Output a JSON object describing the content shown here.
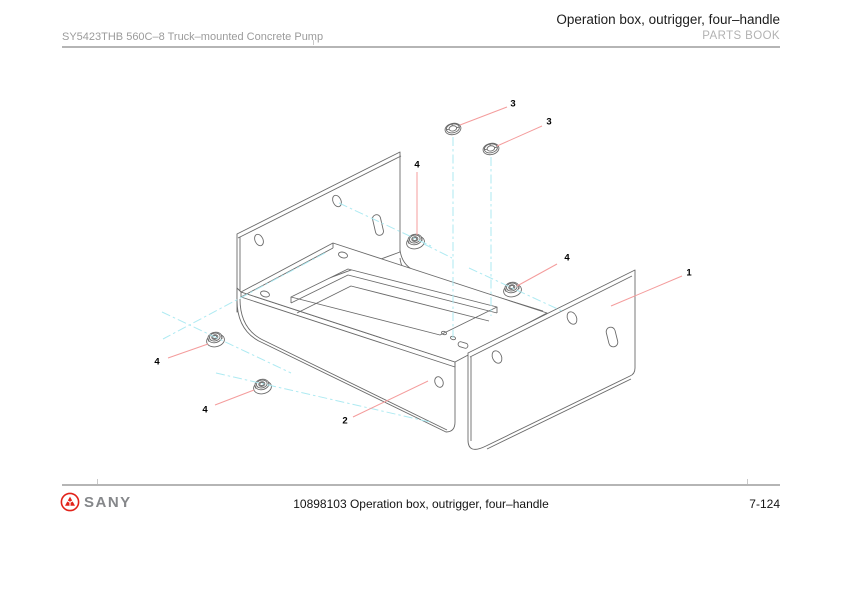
{
  "header": {
    "model_line": "SY5423THB 560C–8 Truck–mounted Concrete Pump",
    "page_title": "Operation box, outrigger, four–handle",
    "book_label": "PARTS BOOK"
  },
  "footer": {
    "brand": "SANY",
    "caption": "10898103 Operation box, outrigger, four–handle",
    "page_number": "7-124"
  },
  "diagram": {
    "type": "isometric exploded parts drawing",
    "subject": "Operation box bracket with side plates, screws and flange nuts",
    "callouts": [
      {
        "label": "3",
        "part": "screw"
      },
      {
        "label": "3",
        "part": "screw"
      },
      {
        "label": "4",
        "part": "flange nut"
      },
      {
        "label": "4",
        "part": "flange nut"
      },
      {
        "label": "1",
        "part": "side plate"
      },
      {
        "label": "4",
        "part": "flange nut"
      },
      {
        "label": "4",
        "part": "flange nut"
      },
      {
        "label": "2",
        "part": "box body"
      }
    ],
    "colors": {
      "leader_line": "#f49c9c",
      "centerline": "#aeeaf2",
      "part_outline": "#6a6a6a",
      "brand_red": "#e2231a"
    }
  }
}
